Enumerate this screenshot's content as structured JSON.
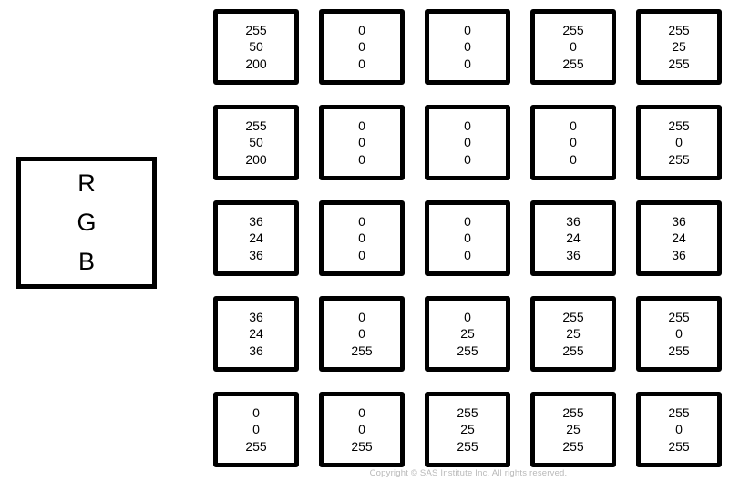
{
  "legend_box": {
    "lines": [
      "R",
      "G",
      "B"
    ]
  },
  "grid": {
    "rows": [
      {
        "cells": [
          {
            "r": 255,
            "g": 50,
            "b": 200
          },
          {
            "r": 0,
            "g": 0,
            "b": 0
          },
          {
            "r": 0,
            "g": 0,
            "b": 0
          },
          {
            "r": 255,
            "g": 0,
            "b": 255
          },
          {
            "r": 255,
            "g": 25,
            "b": 255
          }
        ]
      },
      {
        "cells": [
          {
            "r": 255,
            "g": 50,
            "b": 200
          },
          {
            "r": 0,
            "g": 0,
            "b": 0
          },
          {
            "r": 0,
            "g": 0,
            "b": 0
          },
          {
            "r": 0,
            "g": 0,
            "b": 0
          },
          {
            "r": 255,
            "g": 0,
            "b": 255
          }
        ]
      },
      {
        "cells": [
          {
            "r": 36,
            "g": 24,
            "b": 36
          },
          {
            "r": 0,
            "g": 0,
            "b": 0
          },
          {
            "r": 0,
            "g": 0,
            "b": 0
          },
          {
            "r": 36,
            "g": 24,
            "b": 36
          },
          {
            "r": 36,
            "g": 24,
            "b": 36
          }
        ]
      },
      {
        "cells": [
          {
            "r": 36,
            "g": 24,
            "b": 36
          },
          {
            "r": 0,
            "g": 0,
            "b": 255
          },
          {
            "r": 0,
            "g": 25,
            "b": 255
          },
          {
            "r": 255,
            "g": 25,
            "b": 255
          },
          {
            "r": 255,
            "g": 0,
            "b": 255
          }
        ]
      },
      {
        "cells": [
          {
            "r": 0,
            "g": 0,
            "b": 255
          },
          {
            "r": 0,
            "g": 0,
            "b": 255
          },
          {
            "r": 255,
            "g": 25,
            "b": 255
          },
          {
            "r": 255,
            "g": 25,
            "b": 255
          },
          {
            "r": 255,
            "g": 0,
            "b": 255
          }
        ]
      }
    ]
  },
  "footer": {
    "copyright": "Copyright © SAS Institute Inc. All rights reserved."
  },
  "colors": {
    "border": "#000000",
    "text": "#000000",
    "background": "#ffffff",
    "copyright_text": "#b9b9b9"
  }
}
